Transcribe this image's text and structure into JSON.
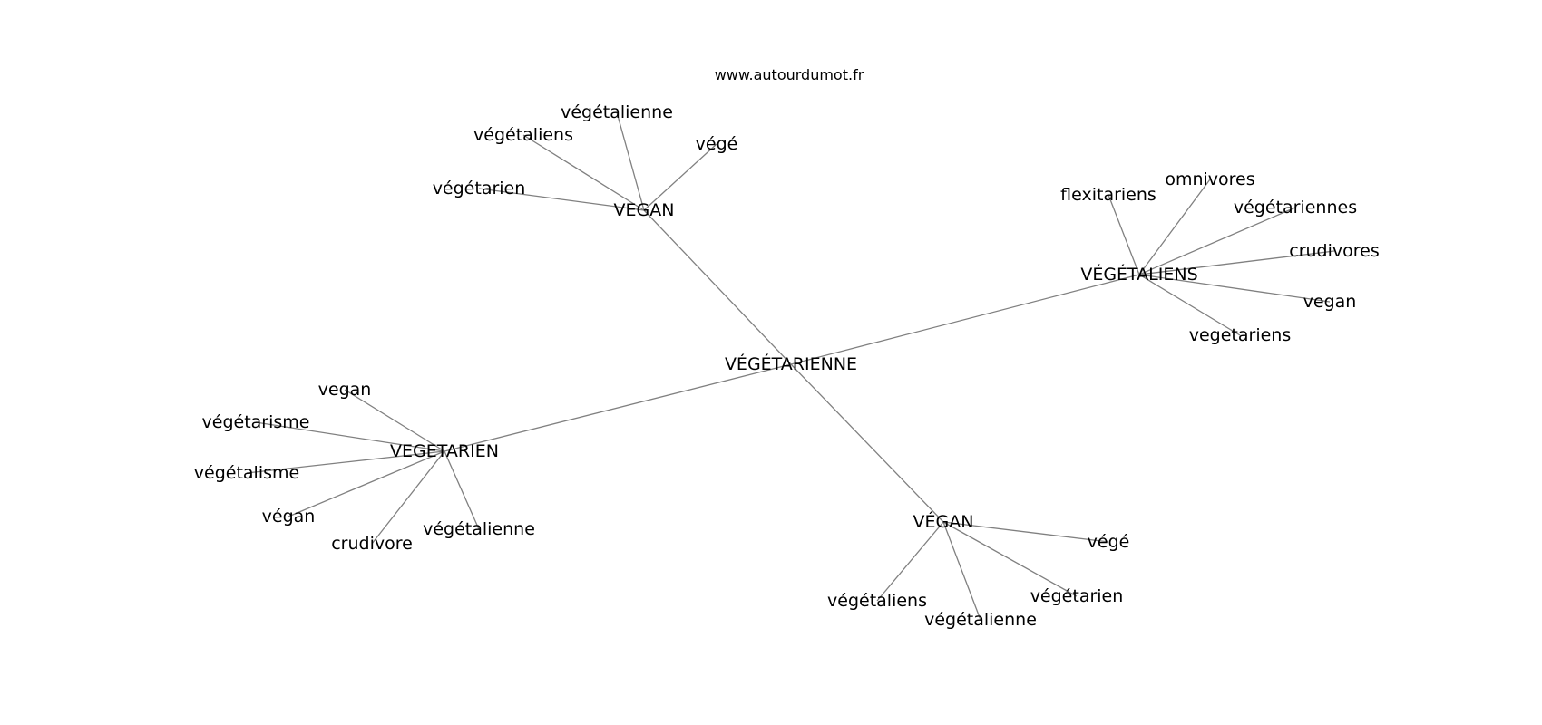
{
  "credit": "www.autourdumot.fr",
  "colors": {
    "edge": "#808080",
    "text": "#000000",
    "background": "#ffffff"
  },
  "graph": {
    "center": "VÉGÉTARIENNE",
    "clusters": [
      {
        "hub": "VEGAN",
        "leaves": [
          "végétalienne",
          "végétaliens",
          "végé",
          "végétarien"
        ]
      },
      {
        "hub": "VÉGÉTALIENS",
        "leaves": [
          "flexitariens",
          "omnivores",
          "végétariennes",
          "crudivores",
          "vegan",
          "vegetariens"
        ]
      },
      {
        "hub": "VEGETARIEN",
        "leaves": [
          "vegan",
          "végétarisme",
          "végétalisme",
          "végan",
          "crudivore",
          "végétalienne"
        ]
      },
      {
        "hub": "VÉGAN",
        "leaves": [
          "végé",
          "végétaliens",
          "végétarien",
          "végétalienne"
        ]
      }
    ]
  }
}
